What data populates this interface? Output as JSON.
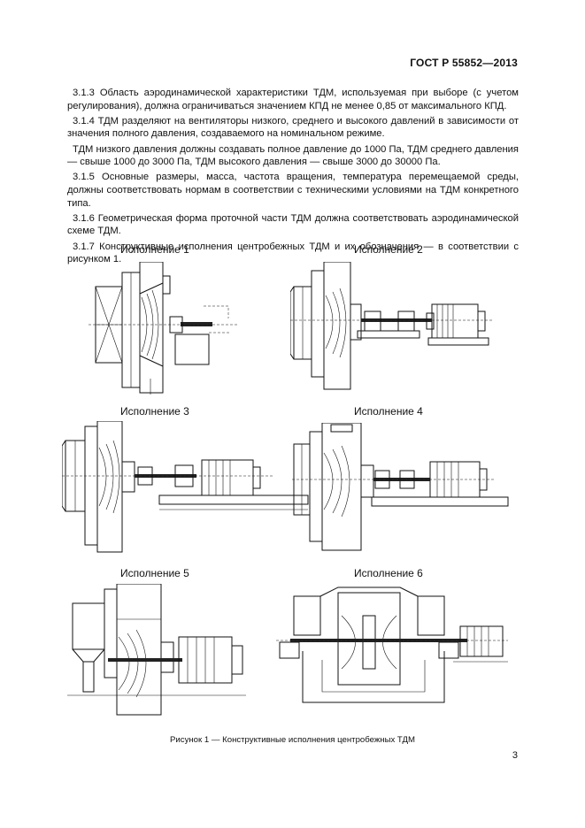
{
  "header": {
    "gost": "ГОСТ Р 55852—2013"
  },
  "paragraphs": [
    "3.1.3 Область аэродинамической характеристики ТДМ, используемая при выборе (с учетом регулирования), должна ограничиваться значением КПД не менее 0,85 от максимального КПД.",
    "3.1.4 ТДМ разделяют на вентиляторы низкого, среднего и высокого давлений в зависимости от значения полного давления, создаваемого на номинальном режиме.",
    "ТДМ низкого давления должны создавать полное давление до 1000 Па, ТДМ среднего давления — свыше 1000 до 3000 Па, ТДМ высокого давления — свыше 3000 до 30000 Па.",
    "3.1.5 Основные размеры, масса, частота вращения, температура перемещаемой среды, должны соответствовать нормам в соответствии с техническими условиями на ТДМ конкретного типа.",
    "3.1.6 Геометрическая форма проточной части ТДМ должна соответствовать аэродинамической схеме ТДМ.",
    "3.1.7 Конструктивные исполнения центробежных ТДМ и их обозначения — в соответствии с рисунком 1."
  ],
  "figures": [
    {
      "label": "Исполнение 1"
    },
    {
      "label": "Исполнение 2"
    },
    {
      "label": "Исполнение 3"
    },
    {
      "label": "Исполнение 4"
    },
    {
      "label": "Исполнение 5"
    },
    {
      "label": "Исполнение 6"
    }
  ],
  "caption": "Рисунок 1 — Конструктивные исполнения центробежных ТДМ",
  "page_number": "3"
}
